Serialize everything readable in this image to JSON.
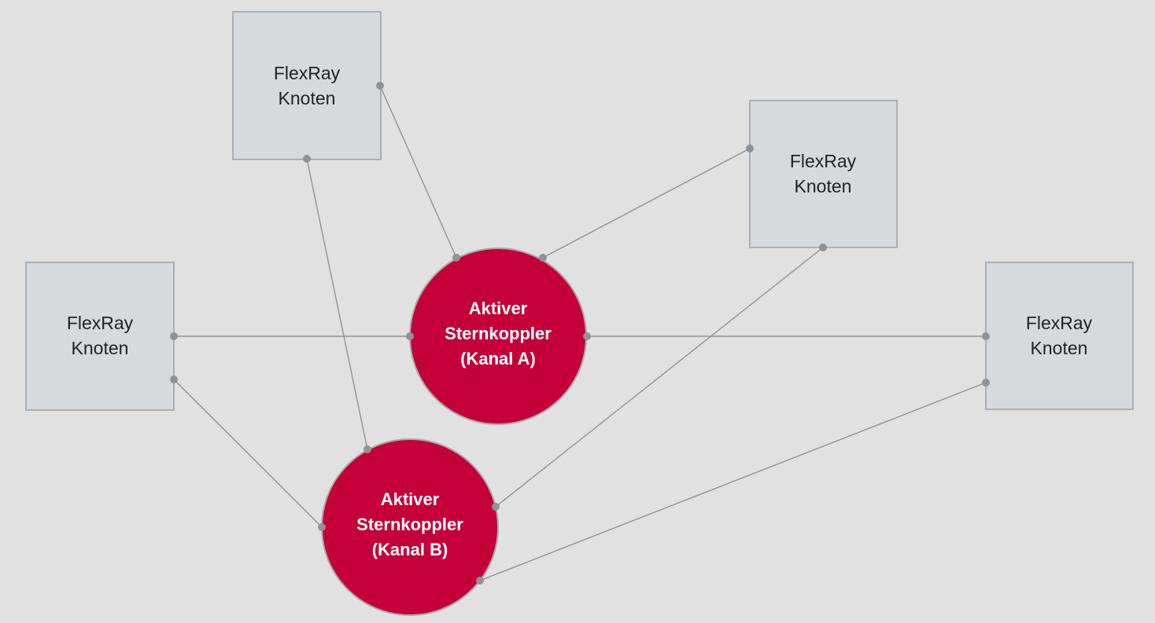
{
  "colors": {
    "background": "#e1e1e1",
    "node_fill": "#d7dadd",
    "node_stroke": "#9aa0a6",
    "coupler_fill": "#c50039",
    "link": "#8f9296"
  },
  "nodes": {
    "top": {
      "line1": "FlexRay",
      "line2": "Knoten"
    },
    "left": {
      "line1": "FlexRay",
      "line2": "Knoten"
    },
    "upper_right": {
      "line1": "FlexRay",
      "line2": "Knoten"
    },
    "far_right": {
      "line1": "FlexRay",
      "line2": "Knoten"
    }
  },
  "couplers": {
    "channel_a": {
      "line1": "Aktiver",
      "line2": "Sternkoppler",
      "line3": "(Kanal A)"
    },
    "channel_b": {
      "line1": "Aktiver",
      "line2": "Sternkoppler",
      "line3": "(Kanal B)"
    }
  },
  "connections": [
    {
      "from": "top",
      "to": "channel_a"
    },
    {
      "from": "top",
      "to": "channel_b"
    },
    {
      "from": "left",
      "to": "channel_a"
    },
    {
      "from": "left",
      "to": "channel_b"
    },
    {
      "from": "upper_right",
      "to": "channel_a"
    },
    {
      "from": "upper_right",
      "to": "channel_b"
    },
    {
      "from": "far_right",
      "to": "channel_a"
    },
    {
      "from": "far_right",
      "to": "channel_b"
    }
  ]
}
